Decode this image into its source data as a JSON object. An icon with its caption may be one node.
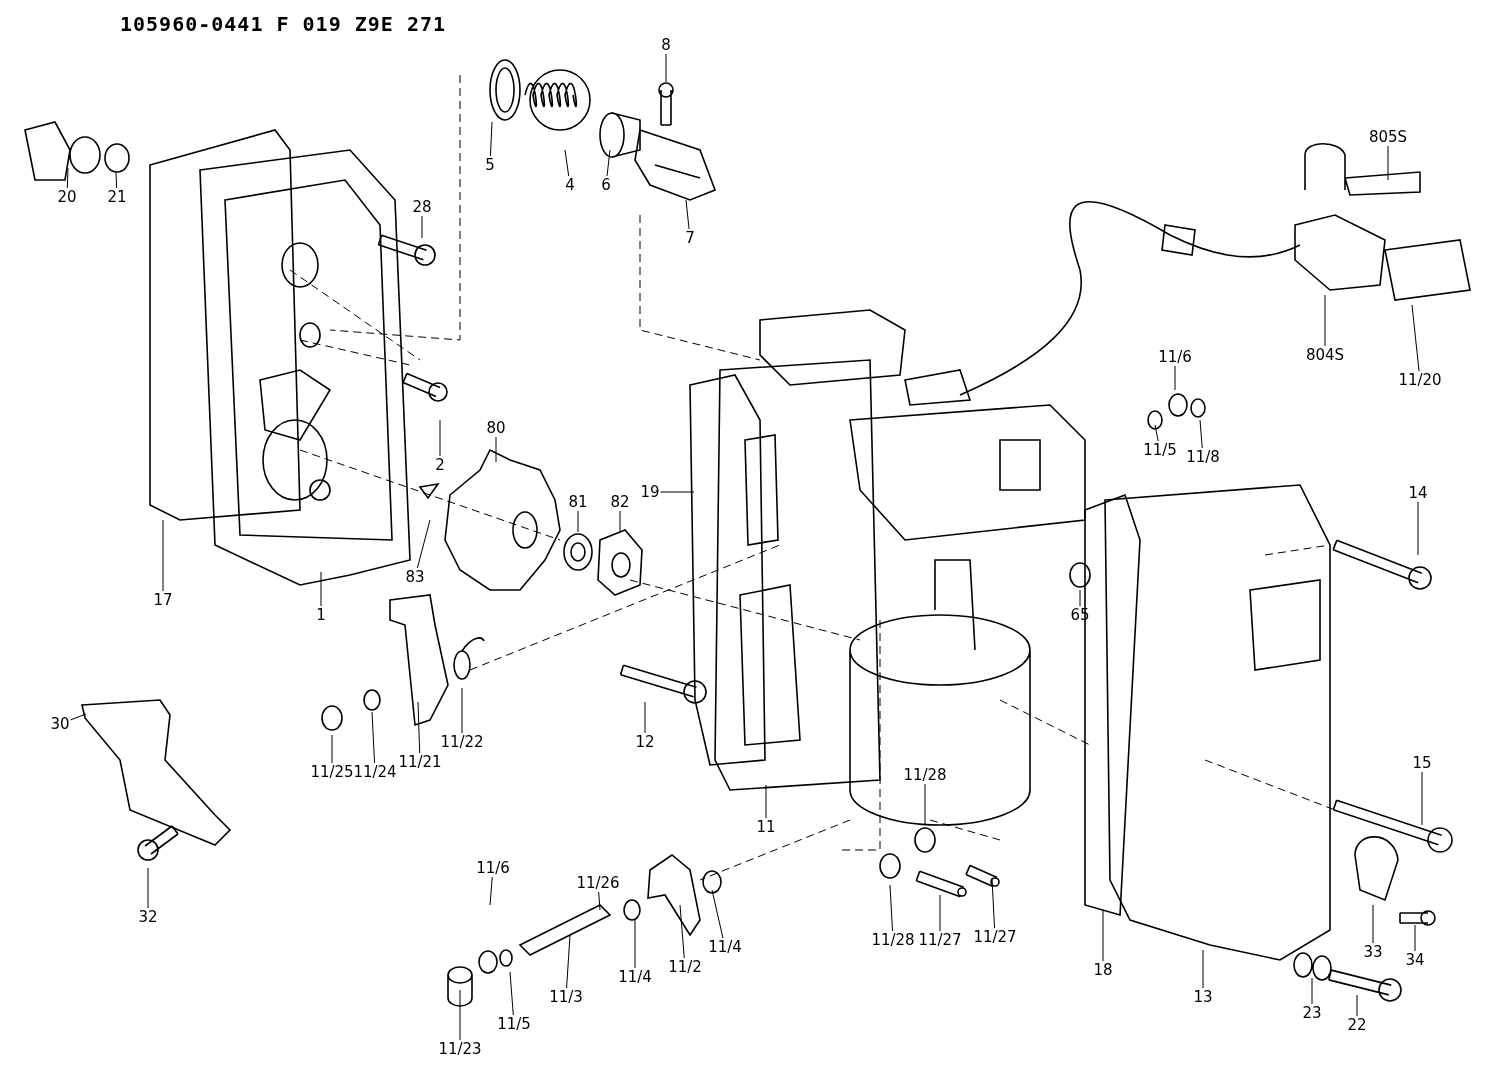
{
  "diagram": {
    "title": "105960-0441 F 019 Z9E 271",
    "nodes": [
      {
        "text": [
          "8"
        ]
      },
      {
        "text": [
          "5"
        ]
      },
      {
        "text": [
          "4"
        ]
      },
      {
        "text": [
          "6"
        ]
      },
      {
        "text": [
          "7"
        ]
      },
      {
        "text": [
          "20"
        ]
      },
      {
        "text": [
          "21"
        ]
      },
      {
        "text": [
          "28"
        ]
      },
      {
        "text": [
          "2"
        ]
      },
      {
        "text": [
          "80"
        ]
      },
      {
        "text": [
          "81"
        ]
      },
      {
        "text": [
          "82"
        ]
      },
      {
        "text": [
          "83"
        ]
      },
      {
        "text": [
          "19"
        ]
      },
      {
        "text": [
          "17"
        ]
      },
      {
        "text": [
          "1"
        ]
      },
      {
        "text": [
          "30"
        ]
      },
      {
        "text": [
          "32"
        ]
      },
      {
        "text": [
          "11/25"
        ]
      },
      {
        "text": [
          "11/24"
        ]
      },
      {
        "text": [
          "11/21"
        ]
      },
      {
        "text": [
          "11/22"
        ]
      },
      {
        "text": [
          "12"
        ]
      },
      {
        "text": [
          "11"
        ]
      },
      {
        "text": [
          "11/28"
        ]
      },
      {
        "text": [
          "11/28"
        ]
      },
      {
        "text": [
          "11/27"
        ]
      },
      {
        "text": [
          "11/27"
        ]
      },
      {
        "text": [
          "65"
        ]
      },
      {
        "text": [
          "14"
        ]
      },
      {
        "text": [
          "15"
        ]
      },
      {
        "text": [
          "18"
        ]
      },
      {
        "text": [
          "13"
        ]
      },
      {
        "text": [
          "33"
        ]
      },
      {
        "text": [
          "34"
        ]
      },
      {
        "text": [
          "23"
        ]
      },
      {
        "text": [
          "22"
        ]
      },
      {
        "text": [
          "11/6"
        ]
      },
      {
        "text": [
          "11/5"
        ]
      },
      {
        "text": [
          "11/8"
        ]
      },
      {
        "text": [
          "805S"
        ]
      },
      {
        "text": [
          "804S"
        ]
      },
      {
        "text": [
          "11/20"
        ]
      },
      {
        "text": [
          "11/6"
        ]
      },
      {
        "text": [
          "11/26"
        ]
      },
      {
        "text": [
          "11/5"
        ]
      },
      {
        "text": [
          "11/3"
        ]
      },
      {
        "text": [
          "11/4"
        ]
      },
      {
        "text": [
          "11/2"
        ]
      },
      {
        "text": [
          "11/4"
        ]
      },
      {
        "text": [
          "11/23"
        ]
      }
    ],
    "edges": [
      {
        "from": 0,
        "to": null,
        "arrow": "none"
      },
      {
        "from": 1,
        "to": null,
        "arrow": "none"
      },
      {
        "from": 2,
        "to": null,
        "arrow": "none"
      },
      {
        "from": 3,
        "to": null,
        "arrow": "none"
      },
      {
        "from": 4,
        "to": null,
        "arrow": "none"
      },
      {
        "from": 5,
        "to": null,
        "arrow": "none"
      },
      {
        "from": 6,
        "to": null,
        "arrow": "none"
      },
      {
        "from": 7,
        "to": null,
        "arrow": "none"
      },
      {
        "from": 8,
        "to": null,
        "arrow": "none"
      },
      {
        "from": 9,
        "to": null,
        "arrow": "none"
      },
      {
        "from": 10,
        "to": null,
        "arrow": "none"
      },
      {
        "from": 11,
        "to": null,
        "arrow": "none"
      },
      {
        "from": 12,
        "to": null,
        "arrow": "none"
      },
      {
        "from": 13,
        "to": null,
        "arrow": "none"
      },
      {
        "from": 14,
        "to": null,
        "arrow": "none"
      },
      {
        "from": 15,
        "to": null,
        "arrow": "none"
      },
      {
        "from": 16,
        "to": null,
        "arrow": "none"
      },
      {
        "from": 17,
        "to": null,
        "arrow": "none"
      },
      {
        "from": 18,
        "to": null,
        "arrow": "none"
      },
      {
        "from": 19,
        "to": null,
        "arrow": "none"
      },
      {
        "from": 20,
        "to": null,
        "arrow": "none"
      },
      {
        "from": 21,
        "to": null,
        "arrow": "none"
      },
      {
        "from": 22,
        "to": null,
        "arrow": "none"
      },
      {
        "from": 23,
        "to": null,
        "arrow": "none"
      },
      {
        "from": 24,
        "to": null,
        "arrow": "none"
      },
      {
        "from": 25,
        "to": null,
        "arrow": "none"
      },
      {
        "from": 26,
        "to": null,
        "arrow": "none"
      },
      {
        "from": 27,
        "to": null,
        "arrow": "none"
      },
      {
        "from": 28,
        "to": null,
        "arrow": "none"
      },
      {
        "from": 29,
        "to": null,
        "arrow": "none"
      },
      {
        "from": 30,
        "to": null,
        "arrow": "none"
      },
      {
        "from": 31,
        "to": null,
        "arrow": "none"
      },
      {
        "from": 32,
        "to": null,
        "arrow": "none"
      },
      {
        "from": 33,
        "to": null,
        "arrow": "none"
      },
      {
        "from": 34,
        "to": null,
        "arrow": "none"
      },
      {
        "from": 35,
        "to": null,
        "arrow": "none"
      },
      {
        "from": 36,
        "to": null,
        "arrow": "none"
      },
      {
        "from": 37,
        "to": null,
        "arrow": "none"
      },
      {
        "from": 38,
        "to": null,
        "arrow": "none"
      },
      {
        "from": 39,
        "to": null,
        "arrow": "none"
      },
      {
        "from": 40,
        "to": null,
        "arrow": "none"
      },
      {
        "from": 41,
        "to": null,
        "arrow": "none"
      },
      {
        "from": 42,
        "to": null,
        "arrow": "none"
      },
      {
        "from": 43,
        "to": null,
        "arrow": "none"
      },
      {
        "from": 44,
        "to": null,
        "arrow": "none"
      },
      {
        "from": 45,
        "to": null,
        "arrow": "none"
      },
      {
        "from": 46,
        "to": null,
        "arrow": "none"
      },
      {
        "from": 47,
        "to": null,
        "arrow": "none"
      },
      {
        "from": 48,
        "to": null,
        "arrow": "none"
      },
      {
        "from": 49,
        "to": null,
        "arrow": "none"
      },
      {
        "from": 50,
        "to": null,
        "arrow": "none"
      }
    ]
  }
}
